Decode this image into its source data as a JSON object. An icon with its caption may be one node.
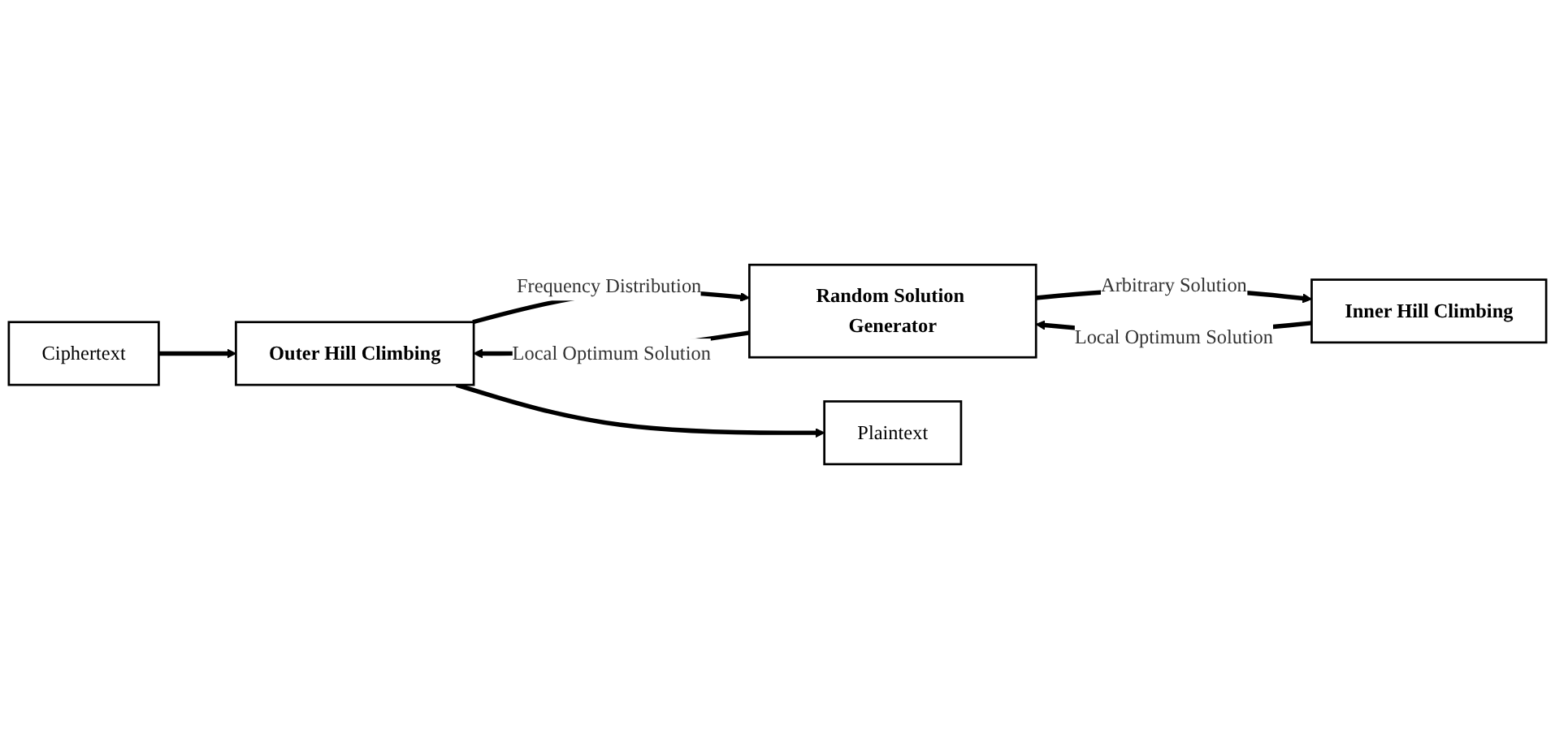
{
  "diagram": {
    "nodes": [
      {
        "text": [
          "Ciphertext"
        ]
      },
      {
        "text": [
          "Outer Hill Climbing"
        ]
      },
      {
        "text": [
          "Random Solution Generator"
        ]
      },
      {
        "text": [
          "Inner Hill Climbing"
        ]
      },
      {
        "text": [
          "Plaintext"
        ]
      }
    ],
    "edges": [
      {
        "from": 0,
        "to": 1,
        "arrow": "to"
      },
      {
        "from": 1,
        "to": 2,
        "arrow": "to",
        "label": "Frequency Distribution"
      },
      {
        "from": 2,
        "to": 3,
        "arrow": "to",
        "label": "Arbitrary Solution"
      },
      {
        "from": 3,
        "to": 2,
        "arrow": "to",
        "label": "Local Optimum Solution"
      },
      {
        "from": 2,
        "to": 1,
        "arrow": "to",
        "label": "Local Optimum Solution"
      },
      {
        "from": 1,
        "to": 4,
        "arrow": "to"
      }
    ]
  }
}
